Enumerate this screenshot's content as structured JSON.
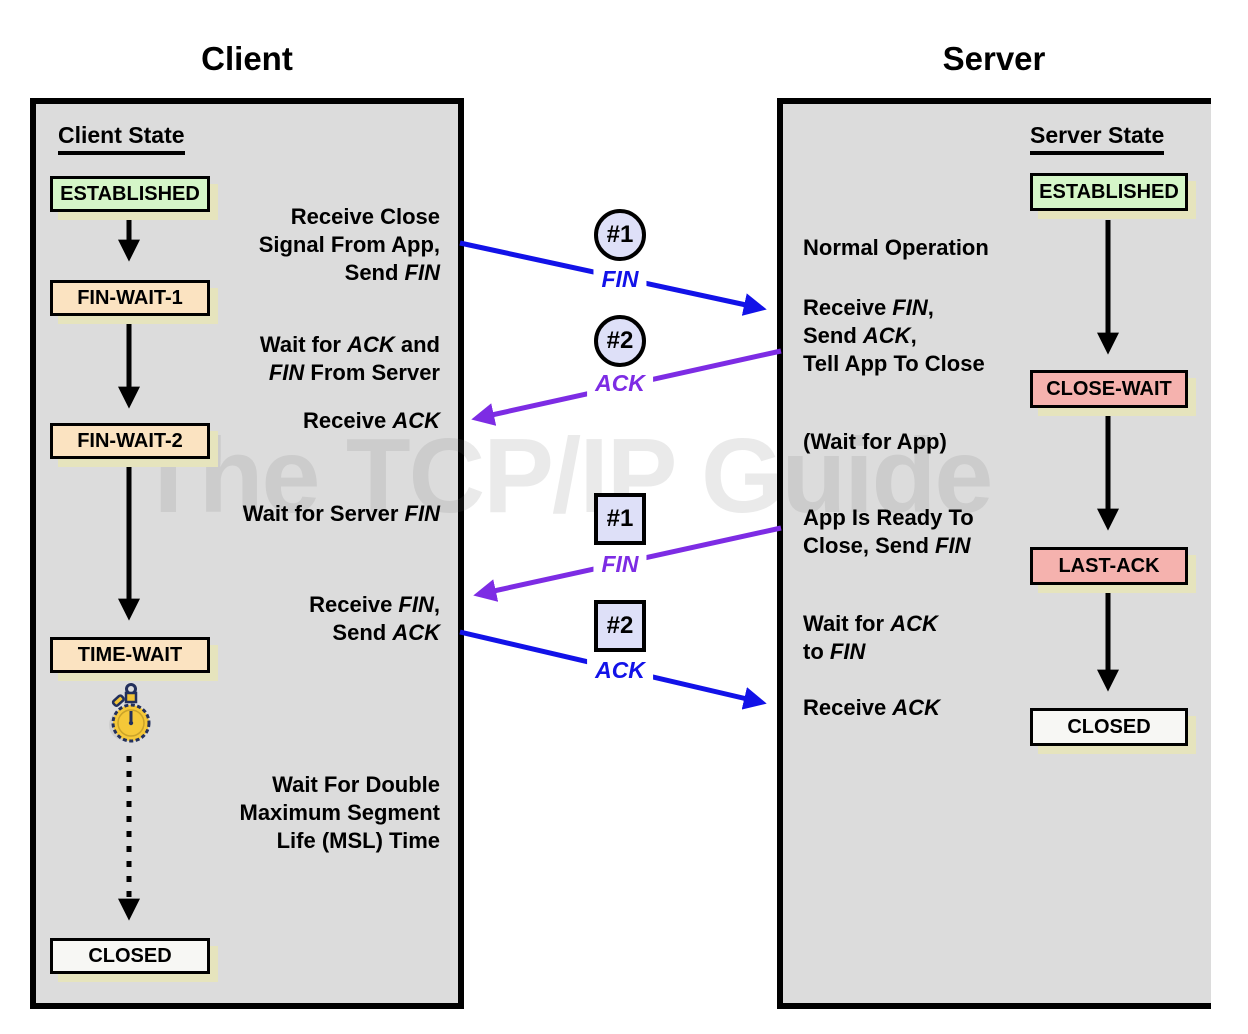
{
  "watermark": "The TCP/IP Guide",
  "colors": {
    "panel_background": "#dcdcdc",
    "box_shadow": "#e6e4bd",
    "state_green": "#d5f6c8",
    "state_peach": "#fbe3c1",
    "state_salmon": "#f5b2ae",
    "state_white": "#f7f7f4",
    "arrow_blue": "#1212e8",
    "arrow_purple": "#7d2ce4",
    "marker_fill": "#dee0f8"
  },
  "client": {
    "title": "Client",
    "column_header": "Client State",
    "states": [
      {
        "label": "ESTABLISHED",
        "color": "#d5f6c8"
      },
      {
        "label": "FIN-WAIT-1",
        "color": "#fbe3c1"
      },
      {
        "label": "FIN-WAIT-2",
        "color": "#fbe3c1"
      },
      {
        "label": "TIME-WAIT",
        "color": "#fbe3c1"
      },
      {
        "label": "CLOSED",
        "color": "#f7f7f4"
      }
    ],
    "annotations": [
      {
        "lines": [
          [
            {
              "t": "Receive Close"
            }
          ],
          [
            {
              "t": "Signal From App,"
            }
          ],
          [
            {
              "t": "Send "
            },
            {
              "t": "FIN",
              "i": 1
            }
          ]
        ]
      },
      {
        "lines": [
          [
            {
              "t": "Wait for "
            },
            {
              "t": "ACK",
              "i": 1
            },
            {
              "t": " and"
            }
          ],
          [
            {
              "t": "FIN",
              "i": 1
            },
            {
              "t": " From Server"
            }
          ]
        ]
      },
      {
        "lines": [
          [
            {
              "t": "Receive "
            },
            {
              "t": "ACK",
              "i": 1
            }
          ]
        ]
      },
      {
        "lines": [
          [
            {
              "t": "Wait for Server "
            },
            {
              "t": "FIN",
              "i": 1
            }
          ]
        ]
      },
      {
        "lines": [
          [
            {
              "t": "Receive "
            },
            {
              "t": "FIN",
              "i": 1
            },
            {
              "t": ","
            }
          ],
          [
            {
              "t": "Send "
            },
            {
              "t": "ACK",
              "i": 1
            }
          ]
        ]
      },
      {
        "lines": [
          [
            {
              "t": "Wait For Double"
            }
          ],
          [
            {
              "t": "Maximum Segment"
            }
          ],
          [
            {
              "t": "Life (MSL) Time"
            }
          ]
        ]
      }
    ]
  },
  "server": {
    "title": "Server",
    "column_header": "Server State",
    "states": [
      {
        "label": "ESTABLISHED",
        "color": "#d5f6c8"
      },
      {
        "label": "CLOSE-WAIT",
        "color": "#f5b2ae"
      },
      {
        "label": "LAST-ACK",
        "color": "#f5b2ae"
      },
      {
        "label": "CLOSED",
        "color": "#f7f7f4"
      }
    ],
    "annotations": [
      {
        "lines": [
          [
            {
              "t": "Normal Operation"
            }
          ]
        ]
      },
      {
        "lines": [
          [
            {
              "t": "Receive "
            },
            {
              "t": "FIN",
              "i": 1
            },
            {
              "t": ","
            }
          ],
          [
            {
              "t": "Send "
            },
            {
              "t": "ACK",
              "i": 1
            },
            {
              "t": ","
            }
          ],
          [
            {
              "t": "Tell App To Close"
            }
          ]
        ]
      },
      {
        "lines": [
          [
            {
              "t": "(Wait for App)"
            }
          ]
        ]
      },
      {
        "lines": [
          [
            {
              "t": "App Is Ready To"
            }
          ],
          [
            {
              "t": "Close, Send "
            },
            {
              "t": "FIN",
              "i": 1
            }
          ]
        ]
      },
      {
        "lines": [
          [
            {
              "t": "Wait for "
            },
            {
              "t": "ACK",
              "i": 1
            }
          ],
          [
            {
              "t": "to "
            },
            {
              "t": "FIN",
              "i": 1
            }
          ]
        ]
      },
      {
        "lines": [
          [
            {
              "t": "Receive "
            },
            {
              "t": "ACK",
              "i": 1
            }
          ]
        ]
      }
    ]
  },
  "messages": [
    {
      "marker": "#1",
      "shape": "circle",
      "label": "FIN",
      "color": "#1212e8",
      "direction": "client-to-server"
    },
    {
      "marker": "#2",
      "shape": "circle",
      "label": "ACK",
      "color": "#7d2ce4",
      "direction": "server-to-client"
    },
    {
      "marker": "#1",
      "shape": "square",
      "label": "FIN",
      "color": "#7d2ce4",
      "direction": "server-to-client"
    },
    {
      "marker": "#2",
      "shape": "square",
      "label": "ACK",
      "color": "#1212e8",
      "direction": "client-to-server"
    }
  ]
}
